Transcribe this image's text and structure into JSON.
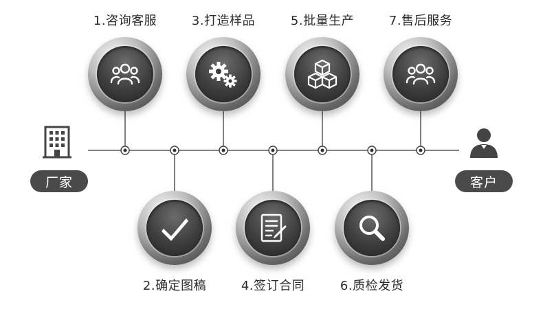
{
  "steps_top": [
    {
      "label": "1.咨询客服",
      "icon": "people-icon"
    },
    {
      "label": "3.打造样品",
      "icon": "gears-icon"
    },
    {
      "label": "5.批量生产",
      "icon": "boxes-icon"
    },
    {
      "label": "7.售后服务",
      "icon": "people-icon"
    }
  ],
  "steps_bottom": [
    {
      "label": "2.确定图稿",
      "icon": "checkmark-icon"
    },
    {
      "label": "4.签订合同",
      "icon": "document-icon"
    },
    {
      "label": "6.质检发货",
      "icon": "magnifier-icon"
    }
  ],
  "left_end": {
    "label": "厂家",
    "icon": "building-icon"
  },
  "right_end": {
    "label": "客户",
    "icon": "user-icon"
  },
  "colors": {
    "line": "#555555",
    "badge": "#4a4a4a"
  }
}
